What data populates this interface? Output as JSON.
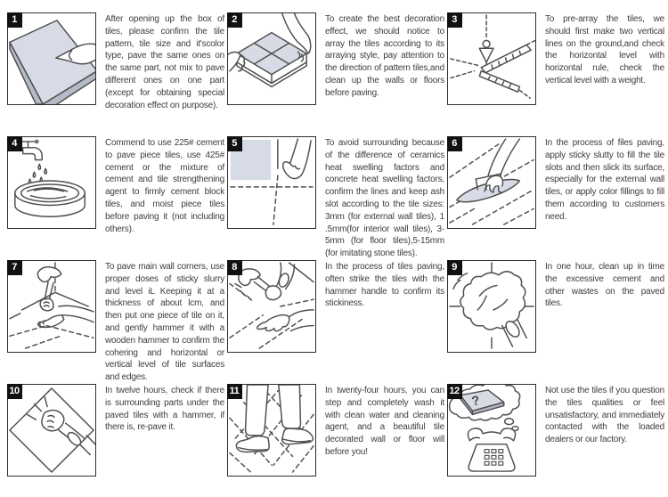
{
  "document": {
    "kind": "tile-paving-instruction-sheet",
    "background": "#ffffff"
  },
  "colors": {
    "line": "#4f4f4f",
    "tile_fill": "#d6dbe5",
    "tile_edge": "#b4bac6",
    "badge_bg": "#111111",
    "badge_text": "#ffffff",
    "box_border": "#2f2f2f",
    "text_color": "#3d3d3d"
  },
  "steps": [
    {
      "number": "1",
      "icon": "tile-pointing-hand",
      "text": "After opening up the box of tiles, please confirm the tile pattern, tile size and it'scolor type, pave the same ones on the same part, not mix to pave different ones on one part (except for obtaining special decoration effect on purpose)."
    },
    {
      "number": "2",
      "icon": "hands-holding-tile-stack",
      "text": "To create the best decoration effect, we should notice to array the tiles according to its arraying style, pay attention to the direction of pattern tiles,and clean up the walls or floors before paving."
    },
    {
      "number": "3",
      "icon": "plumb-bob-check",
      "text": "To pre-array the tiles, we should first make two vertical lines on the ground,and check the horizontal level with horizontal rule, check the vertical level with a weight."
    },
    {
      "number": "4",
      "icon": "faucet-soak-basin",
      "text": "Commend to use 225# cement to pave piece tiles, use 425# cement or the mixture of cement and tile strengthening agent to firmly cement block tiles, and moist piece tiles before paving it (not including others)."
    },
    {
      "number": "5",
      "icon": "tile-gap-hand",
      "text": "To avoid surrounding because of the difference of ceramics heat swelling factors and concrete heat swelling factors, confirm the lines and keep ash slot according to the tile sizes: 3mm (for external wall tiles), 1 .5mm(for interior wall tiles), 3-5mm (for floor tiles),5-15mm (for imitating stone tiles)."
    },
    {
      "number": "6",
      "icon": "trowel-filling",
      "text": "In the process of files paving, apply sticky slutty to fill the tile slots and then slick its surface, especially for the external wall tiles, or apply color fillings to fill them according to customers need."
    },
    {
      "number": "7",
      "icon": "hammer-level-tile",
      "text": "To pave main wall corners, use proper doses of sticky slurry and level iL Keeping it at a thickness of about lcm, and then put one piece of tile on it, and gently hammer it with a wooden hammer to confirm the cohering and horizontal or vertical level of tile surfaces and edges."
    },
    {
      "number": "8",
      "icon": "hammer-strike",
      "text": "In the process of tiles paving, often strike the tiles with the hammer handle to confirm its stickiness."
    },
    {
      "number": "9",
      "icon": "cloth-wipe",
      "text": "In one hour, clean up in time the excessive cement and other wastes on the paved tiles."
    },
    {
      "number": "10",
      "icon": "knock-check-tile",
      "text": "In twelve hours, check if there is surrounding parts under the paved tiles with a hammer, if there is, re-pave it."
    },
    {
      "number": "11",
      "icon": "feet-on-tiles",
      "text": "In twenty-four hours, you can step and completely wash it with clean water and cleaning agent, and a beautiful tile decorated wall or floor will before you!"
    },
    {
      "number": "12",
      "icon": "phone-question-tile",
      "text": "Not use the tiles if you question the tiles qualities or feel unsatisfactory, and immediately contacted with the loaded dealers or our factory."
    }
  ]
}
